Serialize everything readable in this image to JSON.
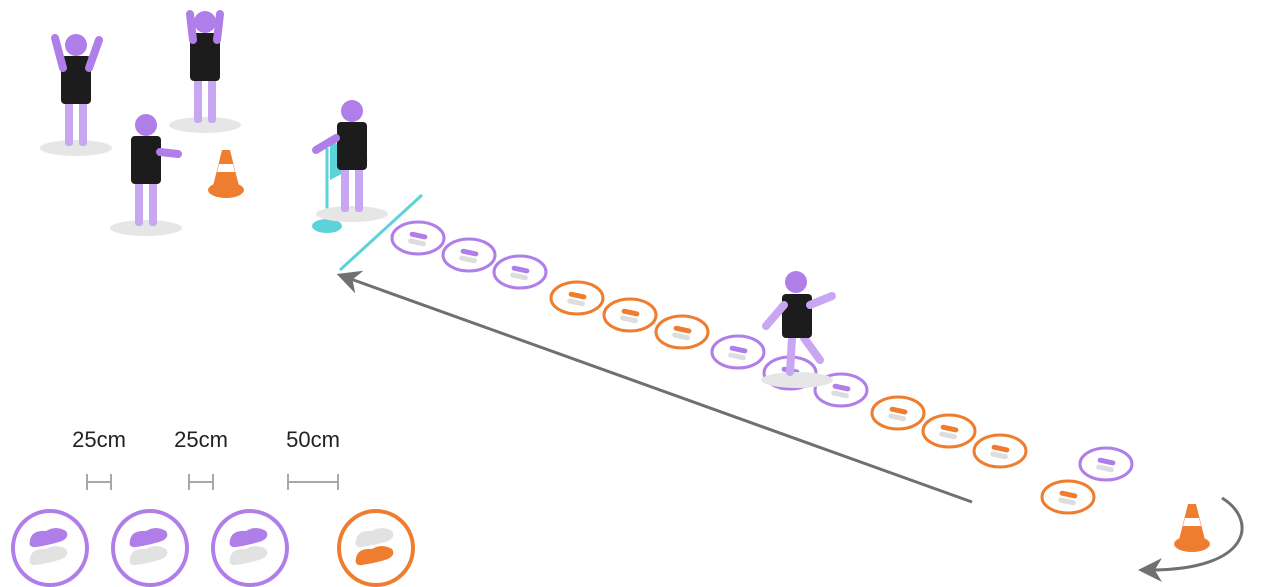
{
  "legend": {
    "labels": [
      "25cm",
      "25cm",
      "50cm"
    ]
  },
  "colors": {
    "purple": "#b07ee8",
    "purple_light": "#c9a6f2",
    "orange": "#ef7d2f",
    "cyan": "#5bd3d8",
    "dark": "#1c1c1c",
    "grey": "#a8a8a8",
    "shadow": "#e6e6e6",
    "arrow": "#707070"
  },
  "icons": [
    "person-icon",
    "cone-icon",
    "flag-icon",
    "ring-marker-icon",
    "footprint-icon",
    "return-arrow-icon"
  ]
}
